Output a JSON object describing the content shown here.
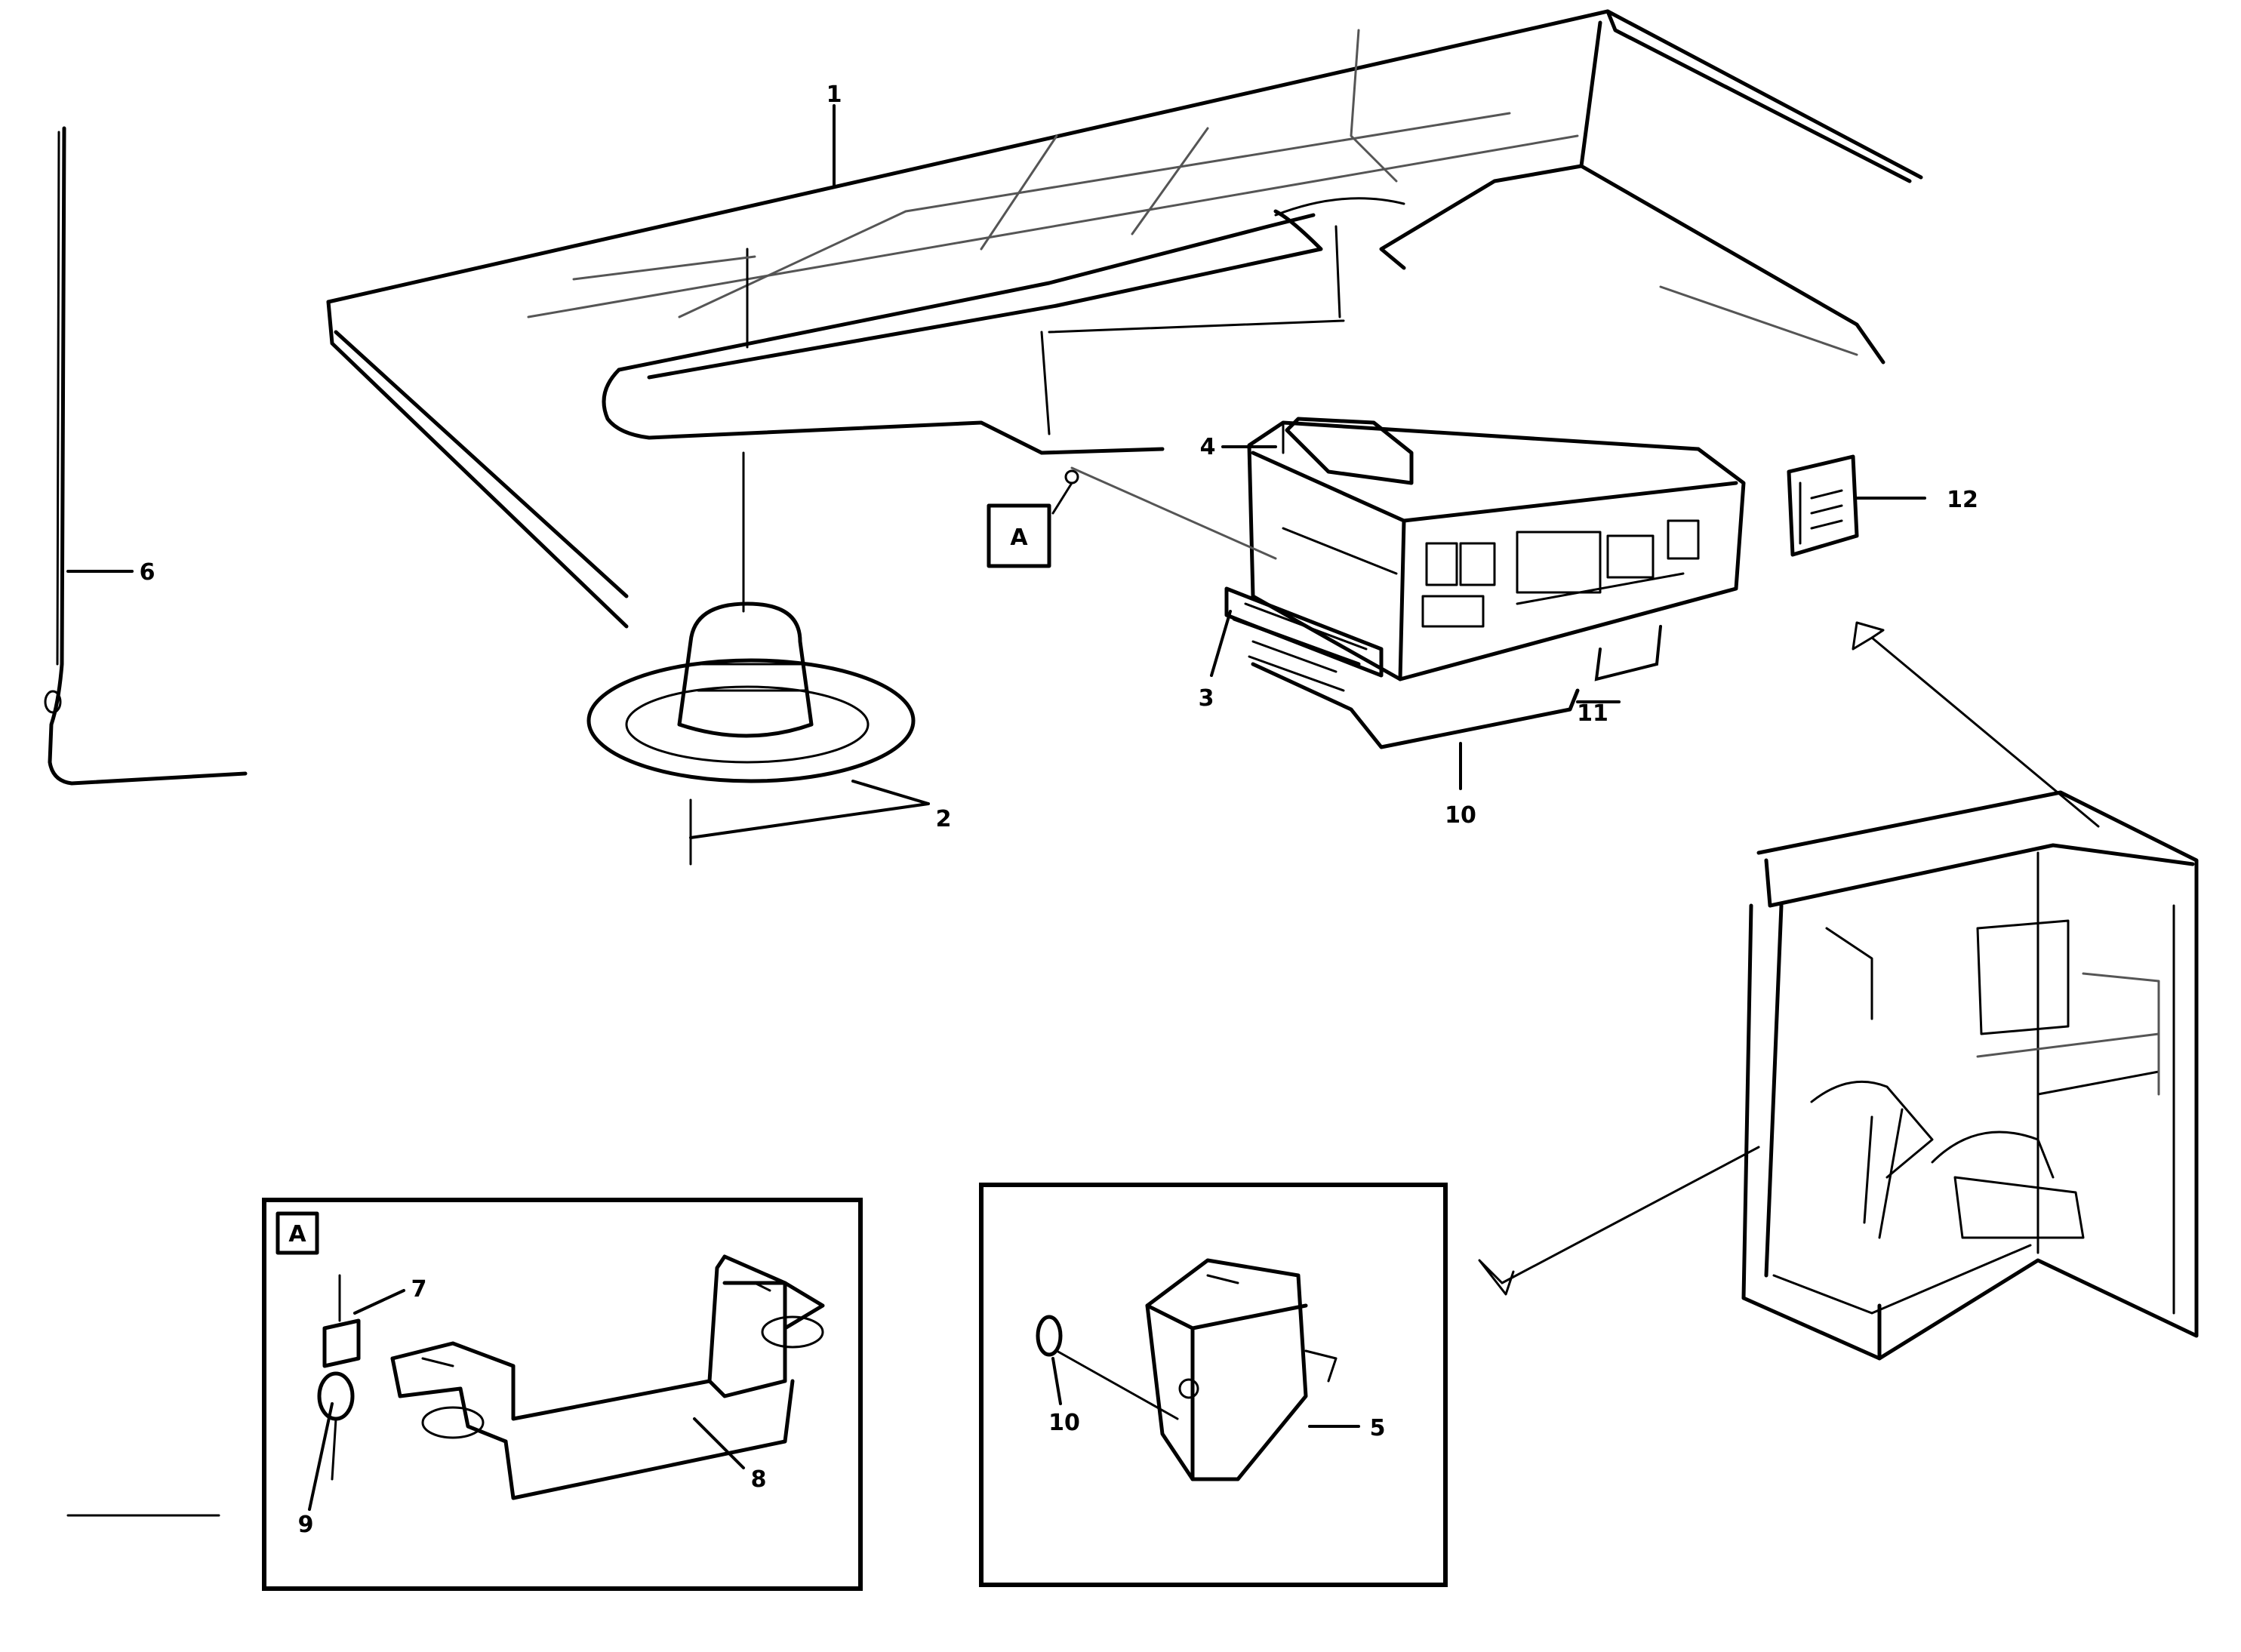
{
  "callouts": {
    "c1": "1",
    "c2": "2",
    "c3": "3",
    "c4": "4",
    "c5": "5",
    "c6": "6",
    "c7": "7",
    "c8": "8",
    "c9": "9",
    "c10": "10",
    "c10b": "10",
    "c11": "11",
    "c12": "12",
    "markerA": "A",
    "detailA": "A"
  },
  "footer": {
    "line1": "",
    "line2": ""
  }
}
